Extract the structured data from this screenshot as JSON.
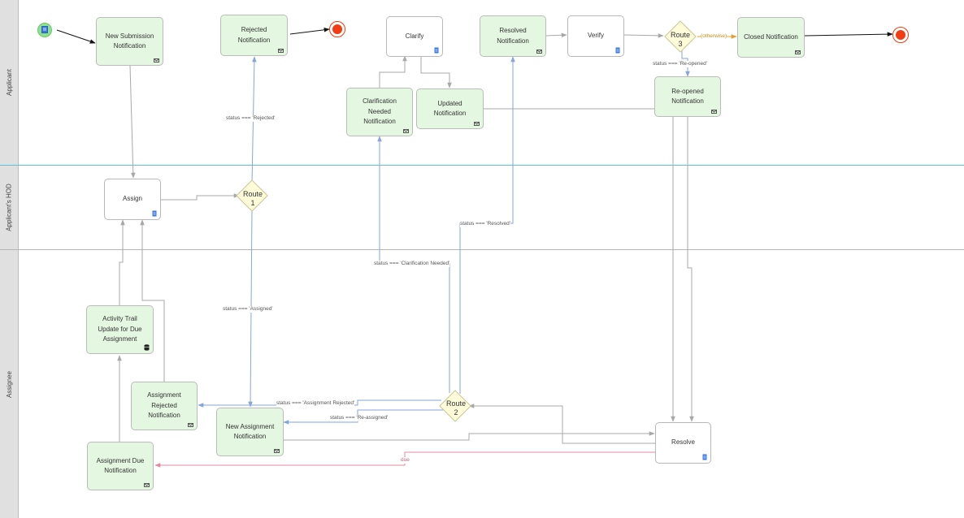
{
  "lanes": [
    {
      "label": "Applicant"
    },
    {
      "label": "Applicant's HOD"
    },
    {
      "label": "Assignee"
    }
  ],
  "nodes": {
    "new_submission_notification": "New Submission Notification",
    "rejected_notification": "Rejected Notification",
    "clarify": "Clarify",
    "clarification_needed_notification": "Clarification Needed Notification",
    "updated_notification": "Updated Notification",
    "resolved_notification": "Resolved Notification",
    "verify": "Verify",
    "closed_notification": "Closed Notification",
    "reopened_notification": "Re-opened Notification",
    "assign": "Assign",
    "activity_trail_update": "Activity Trail Update for Due Assignment",
    "assignment_rejected_notification": "Assignment Rejected Notification",
    "new_assignment_notification": "New Assignment Notification",
    "assignment_due_notification": "Assignment Due Notification",
    "resolve": "Resolve"
  },
  "gateways": {
    "route1": "Route 1",
    "route2": "Route 2",
    "route3": "Route 3"
  },
  "edge_labels": {
    "rejected": "status === 'Rejected'",
    "assigned": "status === 'Assigned'",
    "reopened": "status === 'Re-opened'",
    "otherwise": "(otherwise)",
    "resolved": "status === 'Resolved'",
    "clarification_needed": "status === 'Clarification Needed'",
    "assignment_rejected": "status === 'Assignment Rejected'",
    "reassigned": "status === 'Re-assigned'",
    "due": "due"
  },
  "colors": {
    "flow_default": "#a8a8a8",
    "flow_conditional": "#86a6d8",
    "flow_otherwise": "#e0a030",
    "flow_due": "#e38aa0",
    "flow_start_end": "#111111"
  }
}
